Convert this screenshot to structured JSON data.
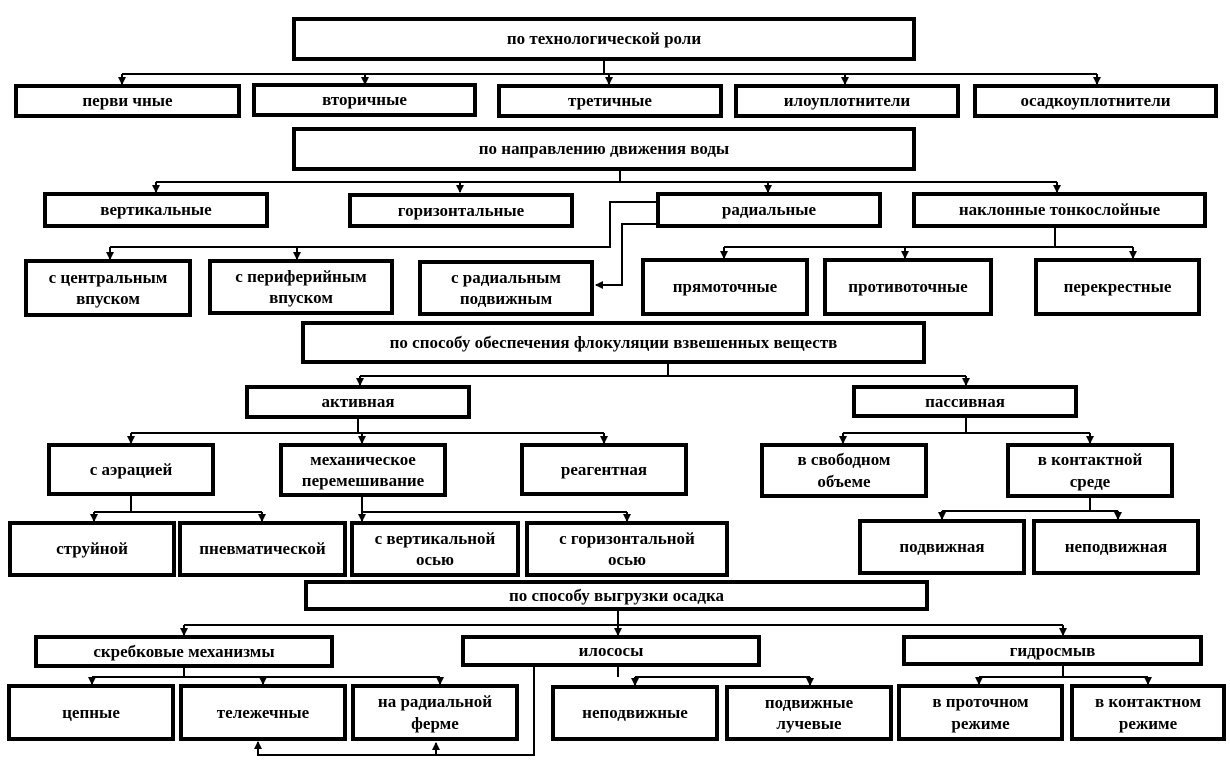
{
  "sections": {
    "tech_role": "по технологической роли",
    "water_flow": "по направлению движения воды",
    "flocculation": "по способу обеспечения флокуляции взвешенных веществ",
    "sludge_removal": "по способу выгрузки осадка"
  },
  "tech_role_items": [
    "перви чные",
    "вторичные",
    "третичные",
    "илоуплотнители",
    "осадкоуплотнители"
  ],
  "water_flow_items": {
    "vertical": "вертикальные",
    "horizontal": "горизонтальные",
    "radial": "радиальные",
    "inclined": "наклонные тонкослойные"
  },
  "radial_items": [
    "с центральным\nвпуском",
    "с периферийным\nвпуском",
    "с радиальным\nподвижным"
  ],
  "inclined_items": [
    "прямоточные",
    "противоточные",
    "перекрестные"
  ],
  "flocculation_items": {
    "active": "активная",
    "passive": "пассивная"
  },
  "active_items": [
    "с аэрацией",
    "механическое\nперемешивание",
    "реагентная"
  ],
  "aeration_items": [
    "струйной",
    "пневматической"
  ],
  "mixing_items": [
    "с вертикальной\nосью",
    "с горизонтальной\nосью"
  ],
  "passive_items": [
    "в свободном\nобъеме",
    "в контактной\nсреде"
  ],
  "contact_items": [
    "подвижная",
    "неподвижная"
  ],
  "sludge_items": {
    "scrapers": "скребковые механизмы",
    "pumps": "илососы",
    "hydro": "гидросмыв"
  },
  "scraper_items": [
    "цепные",
    "тележечные",
    "на радиальной\nферме"
  ],
  "pump_items": [
    "неподвижные",
    "подвижные\nлучевые"
  ],
  "hydro_items": [
    "в проточном\nрежиме",
    "в контактном\nрежиме"
  ]
}
